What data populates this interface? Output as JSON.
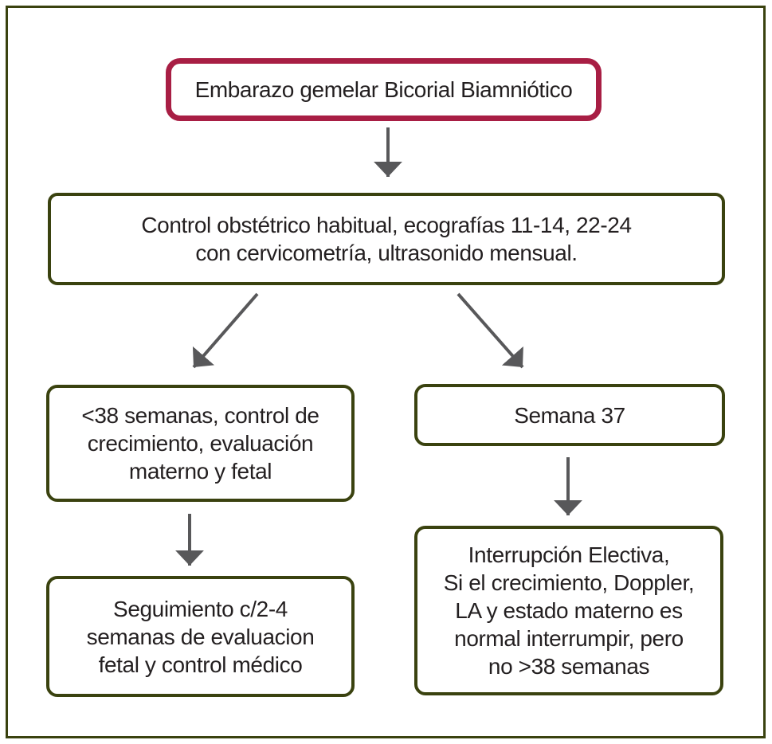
{
  "diagram": {
    "type": "flowchart",
    "language": "es",
    "title": "Embarazo gemelar Bicorial Biamniótico",
    "colors": {
      "start_border": "#a81e44",
      "node_border": "#3a420f",
      "frame_border": "#3a420f",
      "arrow": "#58585a",
      "text": "#231f20",
      "bg": "#ffffff"
    },
    "nodes": {
      "start": {
        "lines": [
          "Embarazo gemelar Bicorial Biamniótico"
        ]
      },
      "control": {
        "lines": [
          "Control obstétrico habitual, ecografías 11-14, 22-24",
          "con cervicometría, ultrasonido mensual."
        ]
      },
      "lt38_weeks": {
        "lines": [
          "<38 semanas, control de",
          "crecimiento, evaluación",
          "materno y fetal"
        ]
      },
      "week37": {
        "lines": [
          "Semana 37"
        ]
      },
      "seguimiento": {
        "lines": [
          "Seguimiento c/2-4",
          "semanas de evaluacion",
          "fetal y control médico"
        ]
      },
      "interrupcion": {
        "lines": [
          "Interrupción Electiva,",
          "Si el crecimiento, Doppler,",
          "LA y estado materno es",
          "normal interrumpir, pero",
          "no >38 semanas"
        ]
      }
    },
    "edges": [
      {
        "from": "start",
        "to": "control"
      },
      {
        "from": "control",
        "to": "lt38_weeks"
      },
      {
        "from": "control",
        "to": "week37"
      },
      {
        "from": "lt38_weeks",
        "to": "seguimiento"
      },
      {
        "from": "week37",
        "to": "interrupcion"
      }
    ]
  }
}
